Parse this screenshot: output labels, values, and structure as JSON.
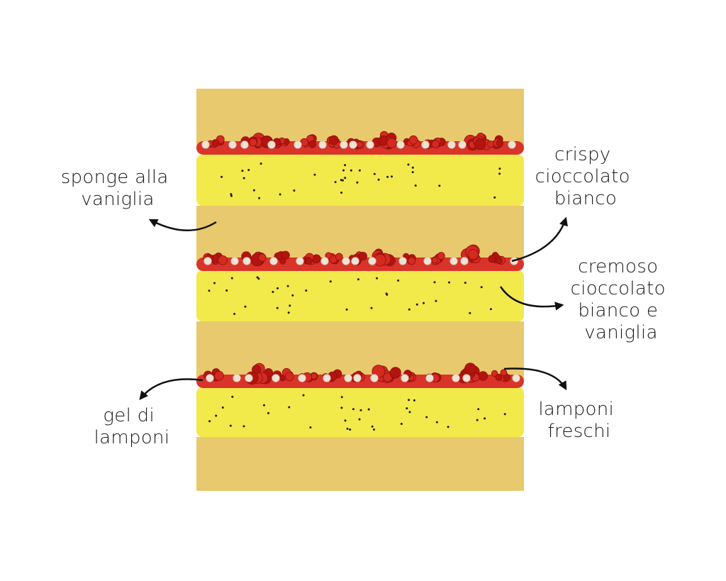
{
  "labels": {
    "sponge": [
      "sponge alla",
      "vaniglia"
    ],
    "crispy": [
      "crispy",
      "cioccolato",
      "bianco"
    ],
    "cremoso": [
      "cremoso",
      "cioccolato",
      "bianco e",
      "vaniglia"
    ],
    "gel": [
      "gel di",
      "lamponi"
    ],
    "lamponi": [
      "lamponi",
      "freschi"
    ]
  },
  "colors": {
    "sponge": "#e9c96d",
    "cream": "#f2ea4a",
    "cream_dots": "#1a1a1a",
    "gel": "#d9332a",
    "raspberry": "#b3140f",
    "raspberry_highlight": "#d42a22",
    "crispy": "#f1e3d3",
    "arrow": "#111111"
  },
  "layer_count": 3
}
